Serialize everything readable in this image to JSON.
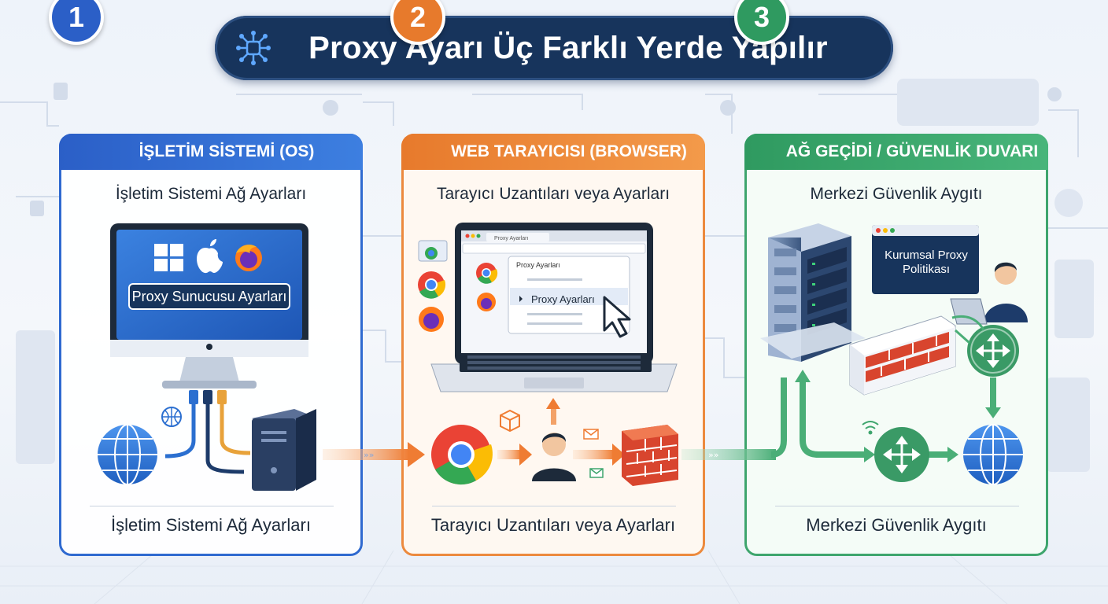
{
  "title": "Proxy Ayarı Üç Farklı Yerde Yapılır",
  "icons": [
    "network-hub-icon",
    "windows-logo-icon",
    "apple-logo-icon",
    "firefox-logo-icon",
    "chrome-logo-icon",
    "globe-icon",
    "desktop-tower-icon",
    "laptop-icon",
    "cursor-icon",
    "user-icon",
    "firewall-icon",
    "server-rack-icon",
    "router-icon",
    "wifi-icon",
    "mail-icon",
    "package-icon"
  ],
  "colors": {
    "os": "#2f6ad0",
    "browser": "#ec8a3e",
    "gateway": "#3ea56d",
    "title_bg": "#17345c"
  },
  "panels": [
    {
      "number": "1",
      "header": "İŞLETİM SİSTEMİ (OS)",
      "subtitle": "İşletim Sistemi Ağ Ayarları",
      "screen_label": "Proxy Sunucusu Ayarları",
      "footer": "İşletim Sistemi Ağ Ayarları"
    },
    {
      "number": "2",
      "header": "WEB TARAYICISI (BROWSER)",
      "subtitle": "Tarayıcı Uzantıları veya Ayarları",
      "tab_label": "Proxy Ayarları",
      "menu_title": "Proxy Ayarları",
      "menu_item": "Proxy Ayarları",
      "footer": "Tarayıcı Uzantıları veya Ayarları"
    },
    {
      "number": "3",
      "header": "AĞ GEÇİDİ / GÜVENLİK DUVARI",
      "subtitle": "Merkezi Güvenlik Aygıtı",
      "policy_label": "Kurumsal Proxy Politikası",
      "footer": "Merkezi Güvenlik Aygıtı"
    }
  ]
}
